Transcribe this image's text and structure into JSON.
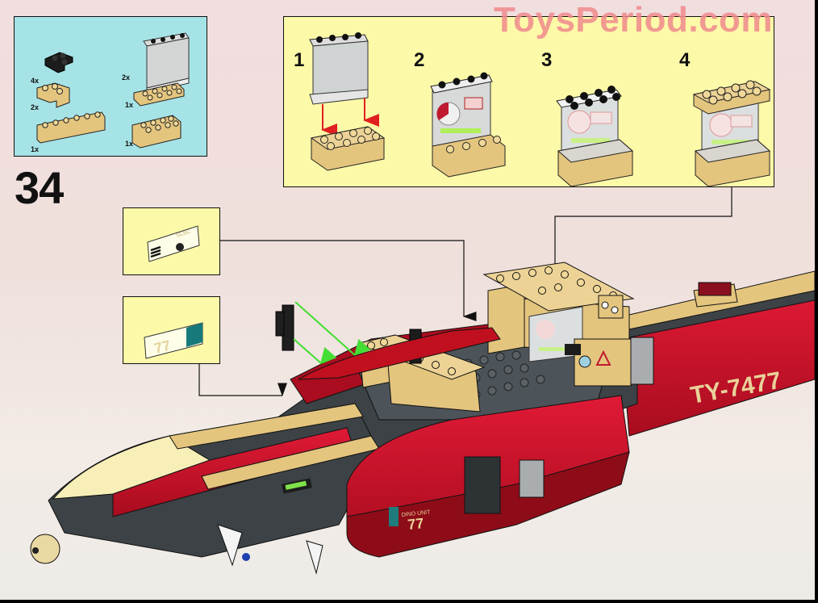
{
  "page": {
    "step_number": "34",
    "watermark": "ToysPeriod.com",
    "colors": {
      "background": "#f1dede",
      "parts_panel": "#a6e3e6",
      "callout_panel": "#fcf9a8",
      "hull_red": "#c8102e",
      "dark_red": "#8e0c18",
      "tan": "#e4c57e",
      "dark_gray": "#3e4447",
      "arrow_green": "#44dd33",
      "arrow_red": "#e02020"
    }
  },
  "parts_list": {
    "items": [
      {
        "part": "black-plate-corner",
        "qty": "4x"
      },
      {
        "part": "trans-clear-panel",
        "qty": "2x"
      },
      {
        "part": "tan-brick-corner",
        "qty": "2x"
      },
      {
        "part": "tan-plate-2x4",
        "qty": "1x"
      },
      {
        "part": "tan-brick-1x6",
        "qty": "1x"
      },
      {
        "part": "tan-brick-2x4",
        "qty": "1x"
      }
    ]
  },
  "substeps": [
    {
      "number": "1",
      "description": "Panel placed on tan 2x4 brick"
    },
    {
      "number": "2",
      "description": "Apply sticker to panel"
    },
    {
      "number": "3",
      "description": "Add black plate on top"
    },
    {
      "number": "4",
      "description": "Add tan plate on top"
    }
  ],
  "decals": [
    {
      "name": "sticker-vent-panel",
      "text": "SLSC"
    },
    {
      "name": "sticker-dino-unit",
      "text": "77"
    }
  ],
  "model": {
    "hull_markings": [
      "TY-7477",
      "DINO UNIT",
      "77"
    ]
  }
}
